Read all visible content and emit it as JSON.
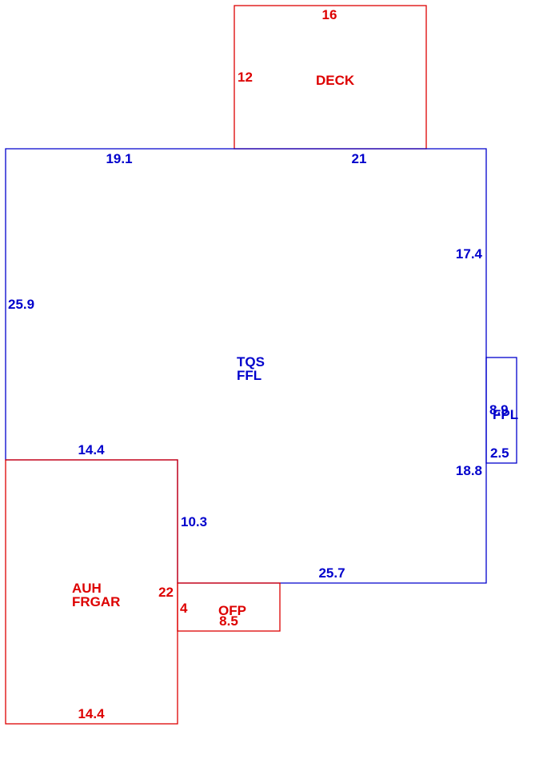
{
  "colors": {
    "main": "#0000cc",
    "addition": "#dd0000"
  },
  "areas": {
    "deck": {
      "code": "DECK",
      "dims": {
        "top": "16",
        "left": "12"
      }
    },
    "main": {
      "code1": "TQS",
      "code2": "FFL",
      "dims": {
        "top_left": "19.1",
        "top_right": "21",
        "left": "25.9",
        "right_upper": "17.4",
        "right_lower": "18.8",
        "bottom": "25.7",
        "garage_top": "14.4",
        "garage_side": "10.3"
      }
    },
    "fpl": {
      "code": "FPL",
      "dims": {
        "height": "8.9",
        "width": "2.5"
      }
    },
    "garage": {
      "code1": "AUH",
      "code2": "FRGAR",
      "dims": {
        "right": "22",
        "bottom": "14.4"
      }
    },
    "ofp": {
      "code": "OFP",
      "dims": {
        "height": "4",
        "width": "8.5"
      }
    }
  }
}
